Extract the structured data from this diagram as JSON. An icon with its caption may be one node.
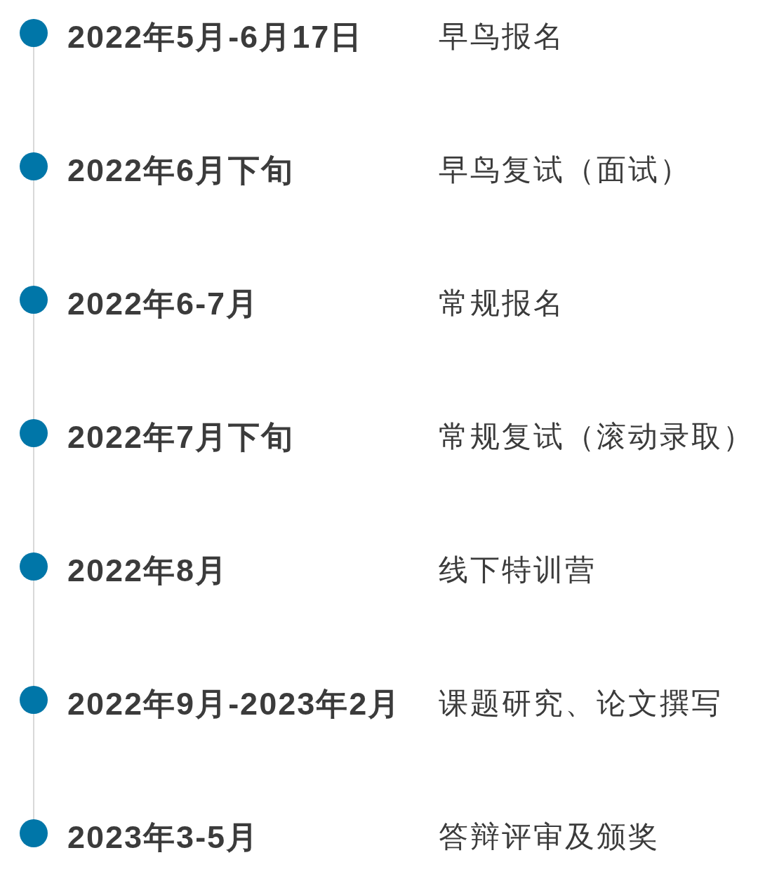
{
  "diagram": {
    "nodes": [
      {
        "text": [],
        "shape": "circle",
        "beside": [
          "2022年5月-6月17日"
        ]
      },
      {
        "text": [],
        "shape": "circle",
        "beside": [
          "2022年6月下旬"
        ]
      },
      {
        "text": [],
        "shape": "circle",
        "beside": [
          "2022年6-7月"
        ]
      },
      {
        "text": [],
        "shape": "circle",
        "beside": [
          "2022年7月下旬"
        ]
      },
      {
        "text": [],
        "shape": "circle",
        "beside": [
          "2022年8月"
        ]
      },
      {
        "text": [],
        "shape": "circle",
        "beside": [
          "2022年9月-2023年2月"
        ]
      },
      {
        "text": [],
        "shape": "circle",
        "beside": [
          "2023年3-5月"
        ]
      }
    ],
    "edges": [
      {
        "from": 0,
        "to": 1,
        "arrow": "none"
      },
      {
        "from": 1,
        "to": 2,
        "arrow": "none"
      },
      {
        "from": 2,
        "to": 3,
        "arrow": "none"
      },
      {
        "from": 3,
        "to": 4,
        "arrow": "none"
      },
      {
        "from": 4,
        "to": 5,
        "arrow": "none"
      },
      {
        "from": 5,
        "to": 6,
        "arrow": "none"
      }
    ],
    "labels": [
      "早鸟报名",
      "早鸟复试（面试）",
      "常规报名",
      "常规复试（滚动录取）",
      "线下特训营",
      "课题研究、论文撰写",
      "答辩评审及颁奖"
    ]
  }
}
